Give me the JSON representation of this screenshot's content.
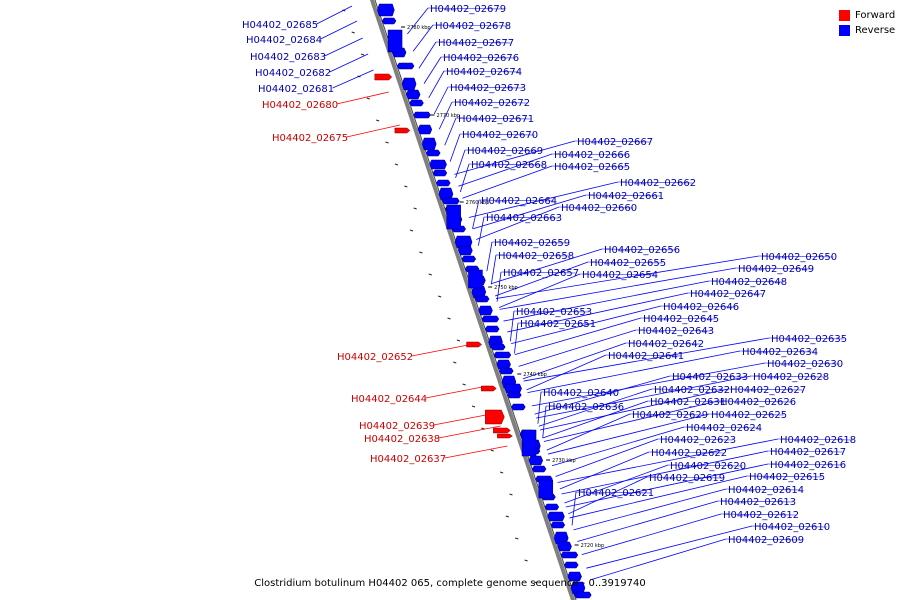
{
  "title": "Clostridium botulinum H04402 065, complete genome sequence - 0..3919740",
  "legend": {
    "forward_label": "Forward",
    "reverse_label": "Reverse",
    "forward_color": "#ff0000",
    "reverse_color": "#0000ff"
  },
  "colors": {
    "forward_text": "#cc0000",
    "reverse_text": "#0000aa",
    "backbone": "#808080"
  },
  "ticks": [
    "2780 kbp",
    "2770 kbp",
    "2760 kbp",
    "2750 kbp",
    "2740 kbp",
    "2730 kbp",
    "2720 kbp"
  ],
  "genes": {
    "reverse": [
      "H04402_02685",
      "H04402_02684",
      "H04402_02683",
      "H04402_02682",
      "H04402_02681",
      "H04402_02679",
      "H04402_02678",
      "H04402_02677",
      "H04402_02676",
      "H04402_02674",
      "H04402_02673",
      "H04402_02672",
      "H04402_02671",
      "H04402_02670",
      "H04402_02669",
      "H04402_02668",
      "H04402_02667",
      "H04402_02666",
      "H04402_02665",
      "H04402_02664",
      "H04402_02663",
      "H04402_02662",
      "H04402_02661",
      "H04402_02660",
      "H04402_02659",
      "H04402_02658",
      "H04402_02657",
      "H04402_02656",
      "H04402_02655",
      "H04402_02654",
      "H04402_02653",
      "H04402_02651",
      "H04402_02650",
      "H04402_02649",
      "H04402_02648",
      "H04402_02647",
      "H04402_02646",
      "H04402_02645",
      "H04402_02643",
      "H04402_02642",
      "H04402_02641",
      "H04402_02640",
      "H04402_02636",
      "H04402_02635",
      "H04402_02634",
      "H04402_02633",
      "H04402_02632",
      "H04402_02631",
      "H04402_02630",
      "H04402_02629",
      "H04402_02628",
      "H04402_02627",
      "H04402_02626",
      "H04402_02625",
      "H04402_02624",
      "H04402_02623",
      "H04402_02622",
      "H04402_02621",
      "H04402_02620",
      "H04402_02619",
      "H04402_02618",
      "H04402_02617",
      "H04402_02616",
      "H04402_02615",
      "H04402_02614",
      "H04402_02613",
      "H04402_02612",
      "H04402_02610",
      "H04402_02609"
    ],
    "forward": [
      "H04402_02680",
      "H04402_02675",
      "H04402_02652",
      "H04402_02644",
      "H04402_02639",
      "H04402_02638",
      "H04402_02637"
    ]
  }
}
